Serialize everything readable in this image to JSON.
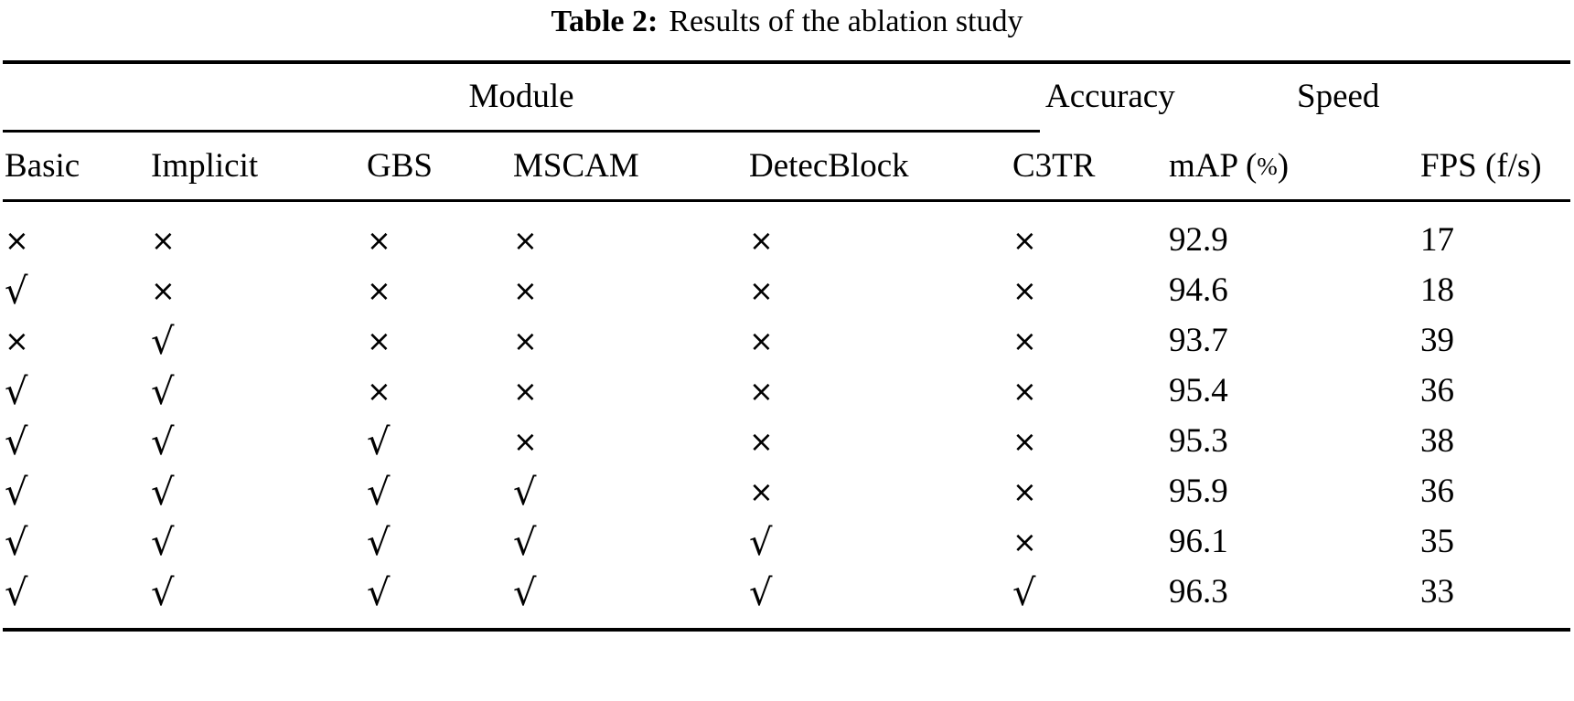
{
  "caption": {
    "label": "Table 2:",
    "text": "Results of the ablation study"
  },
  "table": {
    "group_headers": {
      "module": "Module",
      "accuracy": "Accuracy",
      "speed": "Speed"
    },
    "columns": [
      "Basic",
      "Implicit",
      "GBS",
      "MSCAM",
      "DetecBlock",
      "C3TR",
      "mAP (%)",
      "FPS (f/s)"
    ],
    "map_header_prefix": "mAP (",
    "map_header_pct": "%",
    "map_header_suffix": ")",
    "marks": {
      "check": "√",
      "cross": "×"
    },
    "rows": [
      {
        "basic": "×",
        "implicit": "×",
        "gbs": "×",
        "mscam": "×",
        "detecblock": "×",
        "c3tr": "×",
        "map": "92.9",
        "fps": "17"
      },
      {
        "basic": "√",
        "implicit": "×",
        "gbs": "×",
        "mscam": "×",
        "detecblock": "×",
        "c3tr": "×",
        "map": "94.6",
        "fps": "18"
      },
      {
        "basic": "×",
        "implicit": "√",
        "gbs": "×",
        "mscam": "×",
        "detecblock": "×",
        "c3tr": "×",
        "map": "93.7",
        "fps": "39"
      },
      {
        "basic": "√",
        "implicit": "√",
        "gbs": "×",
        "mscam": "×",
        "detecblock": "×",
        "c3tr": "×",
        "map": "95.4",
        "fps": "36"
      },
      {
        "basic": "√",
        "implicit": "√",
        "gbs": "√",
        "mscam": "×",
        "detecblock": "×",
        "c3tr": "×",
        "map": "95.3",
        "fps": "38"
      },
      {
        "basic": "√",
        "implicit": "√",
        "gbs": "√",
        "mscam": "√",
        "detecblock": "×",
        "c3tr": "×",
        "map": "95.9",
        "fps": "36"
      },
      {
        "basic": "√",
        "implicit": "√",
        "gbs": "√",
        "mscam": "√",
        "detecblock": "√",
        "c3tr": "×",
        "map": "96.1",
        "fps": "35"
      },
      {
        "basic": "√",
        "implicit": "√",
        "gbs": "√",
        "mscam": "√",
        "detecblock": "√",
        "c3tr": "√",
        "map": "96.3",
        "fps": "33"
      }
    ]
  }
}
